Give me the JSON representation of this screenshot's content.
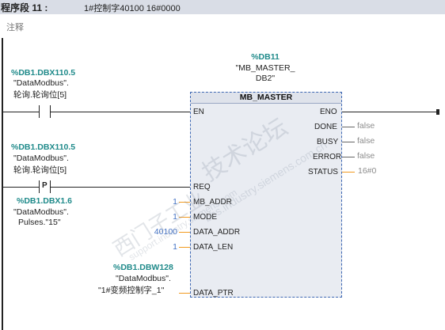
{
  "network": {
    "label": "程序段 11 :",
    "title": "1#控制字40100 16#0000",
    "comment_placeholder": "注释"
  },
  "instance_db": {
    "address": "%DB11",
    "name_line1": "\"MB_MASTER_",
    "name_line2": "DB2\""
  },
  "contact_en": {
    "address": "%DB1.DBX110.5",
    "name_line1": "\"DataModbus\".",
    "name_line2": "轮询.轮询位[5]"
  },
  "contact_req": {
    "address": "%DB1.DBX110.5",
    "name_line1": "\"DataModbus\".",
    "name_line2": "轮询.轮询位[5]",
    "symbol": "P"
  },
  "edge_memory": {
    "address": "%DB1.DBX1.6",
    "name_line1": "\"DataModbus\".",
    "name_line2": "Pulses.\"15\""
  },
  "block": {
    "name": "MB_MASTER",
    "inputs": [
      {
        "pin": "EN",
        "value": ""
      },
      {
        "pin": "REQ",
        "value": ""
      },
      {
        "pin": "MB_ADDR",
        "value": "1"
      },
      {
        "pin": "MODE",
        "value": "1"
      },
      {
        "pin": "DATA_ADDR",
        "value": "40100"
      },
      {
        "pin": "DATA_LEN",
        "value": "1"
      },
      {
        "pin": "DATA_PTR",
        "value": ""
      }
    ],
    "outputs": [
      {
        "pin": "ENO",
        "value": ""
      },
      {
        "pin": "DONE",
        "value": "false"
      },
      {
        "pin": "BUSY",
        "value": "false"
      },
      {
        "pin": "ERROR",
        "value": "false"
      },
      {
        "pin": "STATUS",
        "value": "16#0"
      }
    ]
  },
  "data_ptr_operand": {
    "address": "%DB1.DBW128",
    "name_line1": "\"DataModbus\".",
    "name_line2": "\"1#变频控制字_1\""
  },
  "watermark": {
    "line1": "技术论坛",
    "line2": "bbs.industry.siemens.com.cn",
    "line3": "西门子工业",
    "line4": "support.industry.siemens.com"
  },
  "colors": {
    "operand_address": "#1f8a8a",
    "input_value": "#4472c4",
    "output_value": "#8c8c8c",
    "wire_orange": "#f29a1f",
    "block_border": "#3c66b2"
  }
}
